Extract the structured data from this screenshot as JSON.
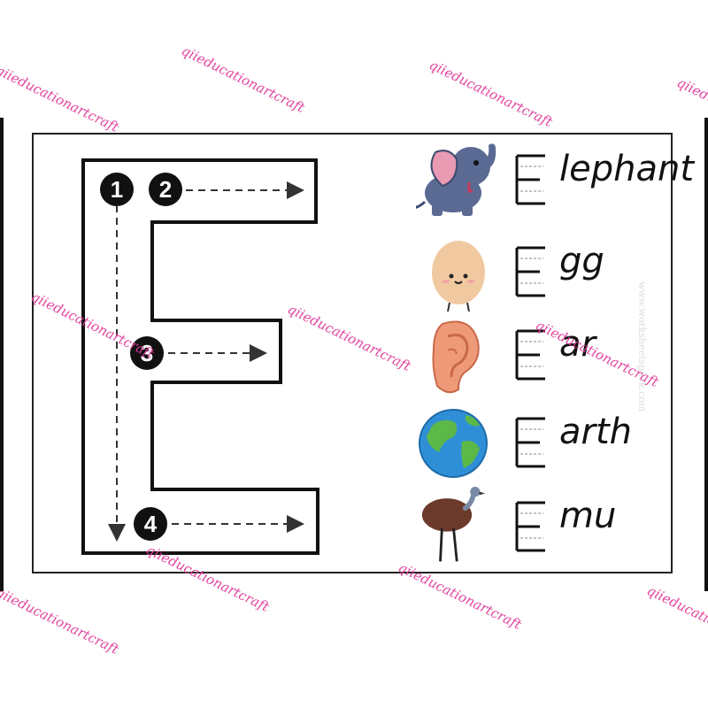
{
  "steps": [
    "1",
    "2",
    "3",
    "4"
  ],
  "letter": "E",
  "rows": [
    {
      "picture": "elephant",
      "word": "lephant"
    },
    {
      "picture": "egg",
      "word": "gg"
    },
    {
      "picture": "ear",
      "word": "ar"
    },
    {
      "picture": "earth",
      "word": "arth"
    },
    {
      "picture": "emu",
      "word": "mu"
    }
  ],
  "side_url": "www.worksheetspack.com",
  "watermark_text": "qiieducationartcraft",
  "colors": {
    "watermark": "#e0399a",
    "outline": "#111111",
    "elephant": "#5a6a93",
    "egg": "#f1c9a0",
    "ear": "#ee9a78",
    "earth_water": "#2f8fd6",
    "earth_land": "#5cb847",
    "emu": "#6b3a2a"
  }
}
